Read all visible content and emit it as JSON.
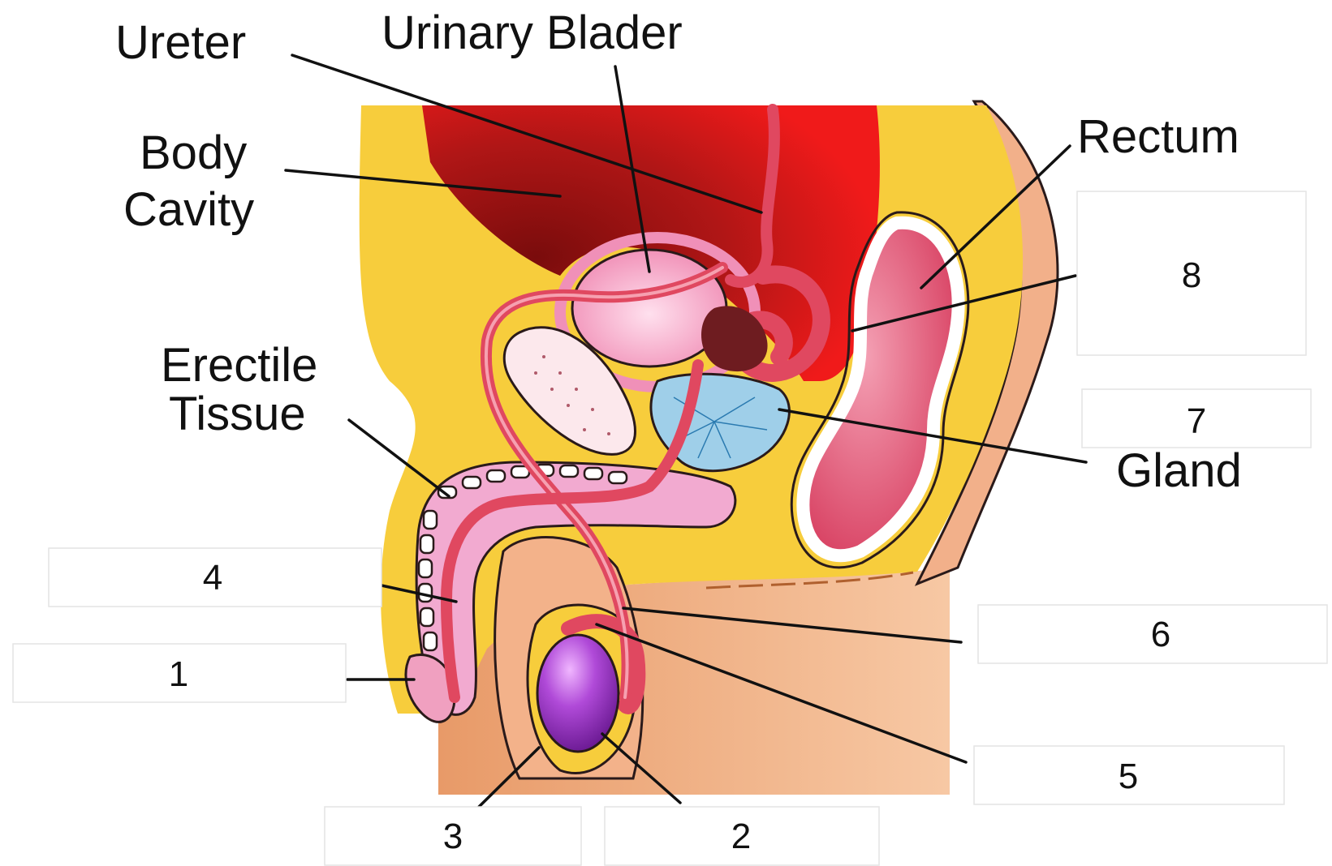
{
  "labels": {
    "ureter": "Ureter",
    "bladder": "Urinary Blader",
    "body_line1": "Body",
    "body_line2": "Cavity",
    "rectum": "Rectum",
    "erectile_line1": "Erectile",
    "erectile_line2": "Tissue",
    "gland": "Gland"
  },
  "answer_boxes": {
    "b1": "1",
    "b2": "2",
    "b3": "3",
    "b4": "4",
    "b5": "5",
    "b6": "6",
    "b7": "7",
    "b8": "8"
  },
  "colors": {
    "yellow": "#f6c83b",
    "skin": "#f0a878",
    "red": "#e8201e",
    "dark_red": "#8e1414",
    "pink": "#e8687e",
    "light_pink": "#f4b6d2",
    "blue": "#9ecfe8",
    "purple": "#a040c8"
  }
}
